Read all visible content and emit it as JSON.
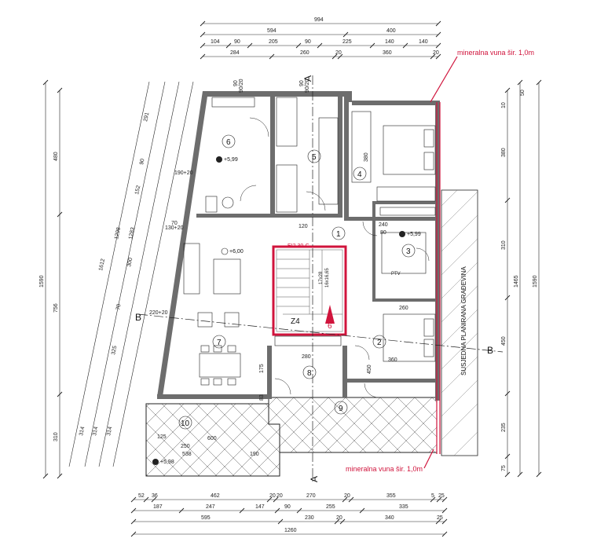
{
  "colors": {
    "wall": "#6d6d6d",
    "line": "#222222",
    "accent": "#d0143c",
    "gray": "#cfcfcf"
  },
  "top_dims": {
    "row0": [
      "994"
    ],
    "row1": [
      "594",
      "400"
    ],
    "row2": [
      "104",
      "90",
      "205",
      "90",
      "225",
      "140",
      "140"
    ],
    "row3": [
      "284",
      "260",
      "20",
      "360",
      "20"
    ]
  },
  "bottom_dims": {
    "row0": [
      "52",
      "36",
      "462",
      "20",
      "20",
      "270",
      "20",
      "355",
      "5",
      "25"
    ],
    "row1": [
      "187",
      "247",
      "147",
      "90",
      "255",
      "335"
    ],
    "row2": [
      "595",
      "230",
      "20",
      "340",
      "25"
    ],
    "row3": [
      "1260"
    ]
  },
  "left_dims": {
    "outer": [
      "1590"
    ],
    "inner": [
      "480",
      "756",
      "310"
    ],
    "diag": [
      "291",
      "90",
      "152",
      "1298",
      "1283",
      "300",
      "70",
      "325",
      "1612",
      "314",
      "314",
      "314"
    ]
  },
  "right_dims": {
    "outer": [
      "1590"
    ],
    "inner": [
      "380",
      "310",
      "1465",
      "450",
      "235",
      "75"
    ],
    "small": [
      "10",
      "50"
    ]
  },
  "rooms": [
    {
      "id": "r1",
      "label": "1"
    },
    {
      "id": "r2",
      "label": "2"
    },
    {
      "id": "r3",
      "label": "3"
    },
    {
      "id": "r4",
      "label": "4"
    },
    {
      "id": "r5",
      "label": "5"
    },
    {
      "id": "r6",
      "label": "6"
    },
    {
      "id": "r7",
      "label": "7"
    },
    {
      "id": "r8",
      "label": "8"
    },
    {
      "id": "r9",
      "label": "9"
    },
    {
      "id": "r10",
      "label": "10"
    },
    {
      "id": "z4",
      "label": "Z4"
    },
    {
      "id": "stair",
      "label": "6"
    }
  ],
  "levels": {
    "l599a": "+5,99",
    "l599b": "+5,99",
    "l600": "+6,00",
    "l598": "+5,98"
  },
  "annotations": {
    "insulation_top": "mineralna vuna šir. 1,0m",
    "insulation_bottom": "mineralna vuna šir. 1,0m",
    "neighbor": "SUSJEDNA PLANIRANA GRAĐEVINA",
    "ei": "EI2 30-C",
    "stairs": "17x28",
    "stairs2": "16x16,65",
    "section_a": "A",
    "section_b": "B",
    "ptv": "PTV"
  },
  "inner_dims": {
    "d90": "90",
    "d9020": "90/20",
    "d190": "190+20",
    "d130": "130+20",
    "d220": "220+20",
    "d120": "120",
    "d80": "80",
    "d240": "240",
    "d260": "260",
    "d280": "280",
    "d175": "175",
    "d83": "83",
    "d600": "600",
    "d250": "250",
    "d538": "538",
    "d125": "125",
    "d190b": "190",
    "d360": "360",
    "d450": "450",
    "d380": "380",
    "d70": "70"
  }
}
